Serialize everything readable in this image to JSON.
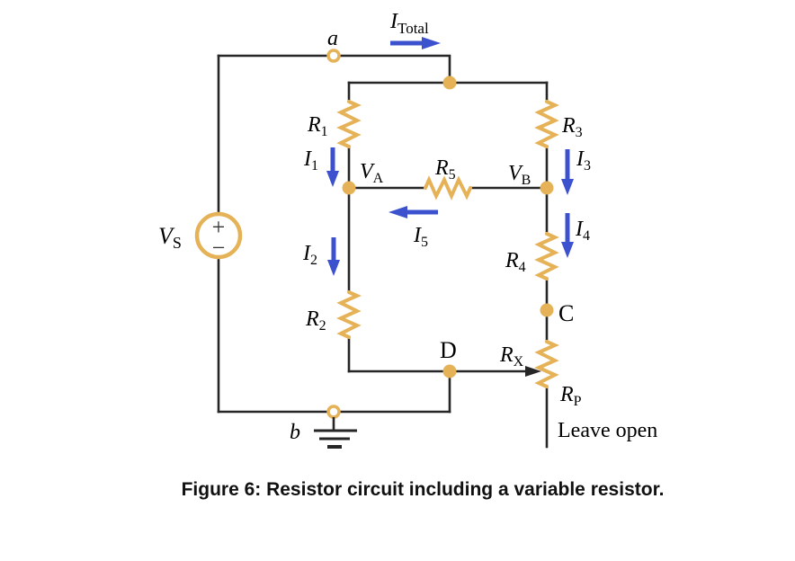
{
  "colors": {
    "gold": "#E6B257",
    "blue": "#3B51CE",
    "wire": "#262626",
    "ink": "#000000"
  },
  "figure": {
    "caption": "Figure 6: Resistor circuit including a variable resistor.",
    "note": "Leave open"
  },
  "source": {
    "label": {
      "main": "V",
      "sub": "S"
    },
    "plus": "+",
    "minus": "−"
  },
  "nodes": {
    "a": "a",
    "b": "b",
    "c": "C",
    "d": "D",
    "va": {
      "main": "V",
      "sub": "A"
    },
    "vb": {
      "main": "V",
      "sub": "B"
    }
  },
  "currents": {
    "total": {
      "main": "I",
      "sub": "Total"
    },
    "i1": {
      "main": "I",
      "sub": "1"
    },
    "i2": {
      "main": "I",
      "sub": "2"
    },
    "i3": {
      "main": "I",
      "sub": "3"
    },
    "i4": {
      "main": "I",
      "sub": "4"
    },
    "i5": {
      "main": "I",
      "sub": "5"
    }
  },
  "resistors": {
    "r1": {
      "main": "R",
      "sub": "1"
    },
    "r2": {
      "main": "R",
      "sub": "2"
    },
    "r3": {
      "main": "R",
      "sub": "3"
    },
    "r4": {
      "main": "R",
      "sub": "4"
    },
    "r5": {
      "main": "R",
      "sub": "5"
    },
    "rx": {
      "main": "R",
      "sub": "X"
    },
    "rp": {
      "main": "R",
      "sub": "P"
    }
  }
}
